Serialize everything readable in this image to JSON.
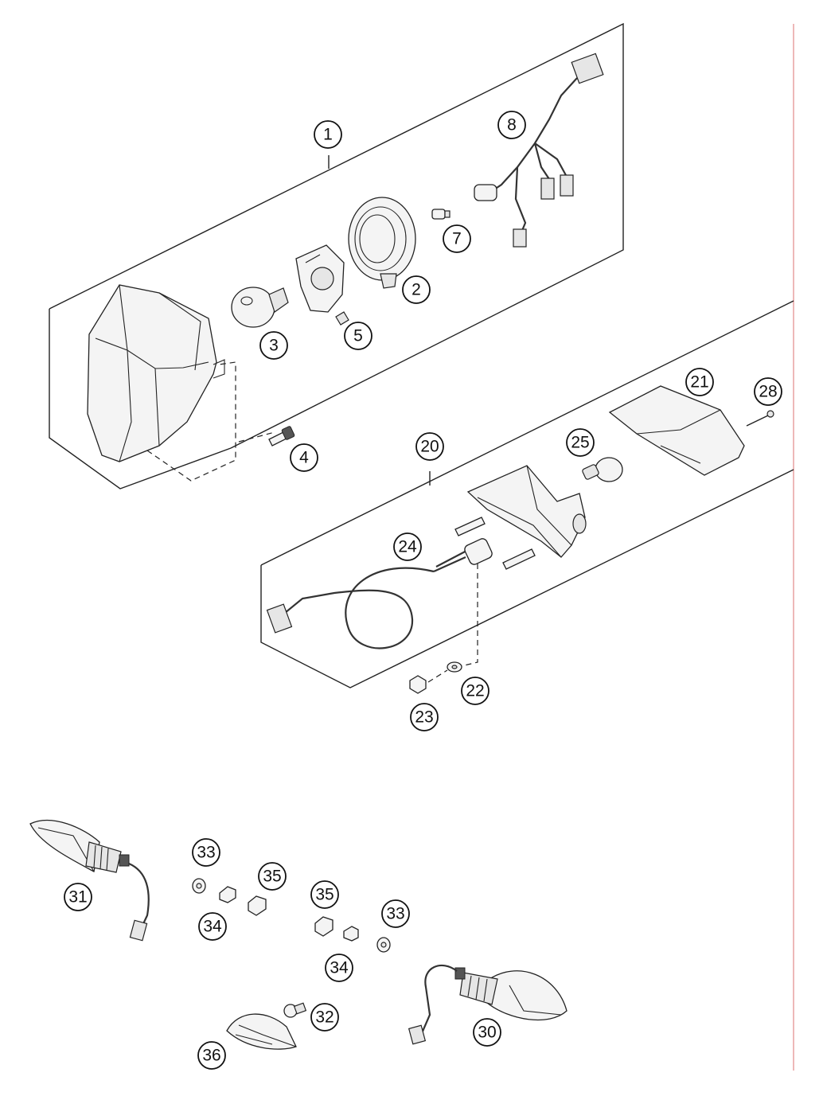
{
  "diagram": {
    "callouts": [
      {
        "id": "c1",
        "label": "1"
      },
      {
        "id": "c2",
        "label": "2"
      },
      {
        "id": "c3",
        "label": "3"
      },
      {
        "id": "c4",
        "label": "4"
      },
      {
        "id": "c5",
        "label": "5"
      },
      {
        "id": "c7",
        "label": "7"
      },
      {
        "id": "c8",
        "label": "8"
      },
      {
        "id": "c20",
        "label": "20"
      },
      {
        "id": "c21",
        "label": "21"
      },
      {
        "id": "c22",
        "label": "22"
      },
      {
        "id": "c23",
        "label": "23"
      },
      {
        "id": "c24",
        "label": "24"
      },
      {
        "id": "c25",
        "label": "25"
      },
      {
        "id": "c28",
        "label": "28"
      },
      {
        "id": "c30",
        "label": "30"
      },
      {
        "id": "c31",
        "label": "31"
      },
      {
        "id": "c32",
        "label": "32"
      },
      {
        "id": "c33a",
        "label": "33"
      },
      {
        "id": "c33b",
        "label": "33"
      },
      {
        "id": "c34a",
        "label": "34"
      },
      {
        "id": "c34b",
        "label": "34"
      },
      {
        "id": "c35a",
        "label": "35"
      },
      {
        "id": "c35b",
        "label": "35"
      },
      {
        "id": "c36",
        "label": "36"
      }
    ]
  },
  "colors": {
    "line": "#222222",
    "margin_rule": "#e8a0a0",
    "background": "#ffffff"
  }
}
